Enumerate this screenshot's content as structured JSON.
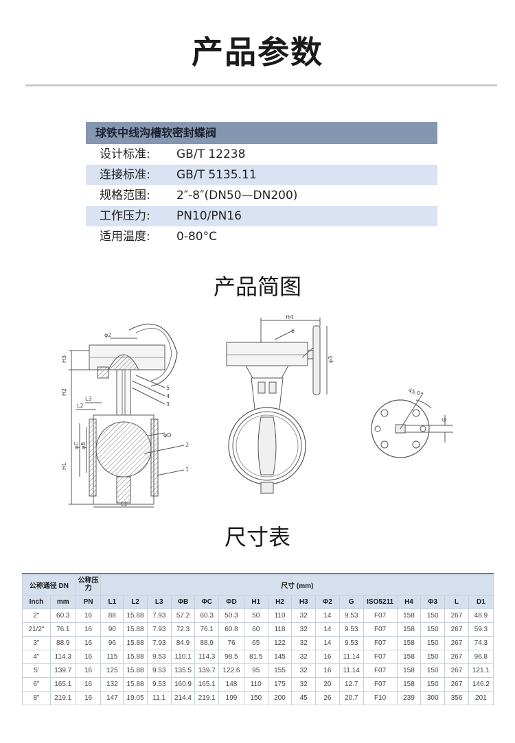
{
  "page_title": "产品参数",
  "spec": {
    "header": "球铁中线沟槽软密封蝶阀",
    "rows": [
      {
        "key": "设计标准:",
        "value": "GB/T 12238"
      },
      {
        "key": "连接标准:",
        "value": "GB/T 5135.11"
      },
      {
        "key": "规格范围:",
        "value": "2″-8″(DN50—DN200)"
      },
      {
        "key": "工作压力:",
        "value": "PN10/PN16"
      },
      {
        "key": "适用温度:",
        "value": "0-80°C"
      }
    ]
  },
  "drawing": {
    "title": "产品简图",
    "labels": {
      "phi2": "φ2",
      "h3": "H3",
      "h2": "H2",
      "h1": "H1",
      "l3": "L3",
      "l2": "L2",
      "l1": "L1",
      "phic": "φC",
      "phib": "φB",
      "phid": "φD",
      "n5": "5",
      "n4": "4",
      "n3": "3",
      "n2": "2",
      "n1": "1",
      "n6": "6",
      "h4": "H4",
      "phi3": "φ3",
      "angle": "45.0°",
      "g": "G"
    }
  },
  "table": {
    "title": "尺寸表",
    "group_dn": "公称通径 DN",
    "group_pn": "公称压力",
    "group_dims": "尺寸 (mm)",
    "columns": [
      "Inch",
      "mm",
      "PN",
      "L1",
      "L2",
      "L3",
      "ΦB",
      "ΦC",
      "ΦD",
      "H1",
      "H2",
      "H3",
      "Φ2",
      "G",
      "ISO5211",
      "H4",
      "Φ3",
      "L",
      "D1"
    ],
    "rows": [
      [
        "2\"",
        "60.3",
        "16",
        "88",
        "15.88",
        "7.93",
        "57.2",
        "60.3",
        "50.3",
        "50",
        "110",
        "32",
        "14",
        "9.53",
        "F07",
        "158",
        "150",
        "267",
        "48.9"
      ],
      [
        "21/2\"",
        "76.1",
        "16",
        "90",
        "15.88",
        "7.93",
        "72.3",
        "76.1",
        "60.8",
        "60",
        "118",
        "32",
        "14",
        "9.53",
        "F07",
        "158",
        "150",
        "267",
        "59.3"
      ],
      [
        "3\"",
        "88.9",
        "16",
        "96",
        "15.88",
        "7.93",
        "84.9",
        "88.9",
        "76",
        "65",
        "122",
        "32",
        "14",
        "9.53",
        "F07",
        "158",
        "150",
        "267",
        "74.3"
      ],
      [
        "4\"",
        "114.3",
        "16",
        "115",
        "15.88",
        "9.53",
        "110.1",
        "114.3",
        "98.5",
        "81.5",
        "145",
        "32",
        "16",
        "11.14",
        "F07",
        "158",
        "150",
        "267",
        "96.8"
      ],
      [
        "5'",
        "139.7",
        "16",
        "125",
        "15.88",
        "9.53",
        "135.5",
        "139.7",
        "122.6",
        "95",
        "155",
        "32",
        "16",
        "11.14",
        "F07",
        "158",
        "150",
        "267",
        "121.1"
      ],
      [
        "6\"",
        "165.1",
        "16",
        "132",
        "15.88",
        "9.53",
        "160.9",
        "165.1",
        "148",
        "110",
        "175",
        "32",
        "20",
        "12.7",
        "F07",
        "158",
        "150",
        "267",
        "146.2"
      ],
      [
        "8\"",
        "219.1",
        "16",
        "147",
        "19.05",
        "11.1",
        "214.4",
        "219.1",
        "199",
        "150",
        "200",
        "45",
        "26",
        "20.7",
        "F10",
        "239",
        "300",
        "356",
        "201"
      ]
    ]
  }
}
